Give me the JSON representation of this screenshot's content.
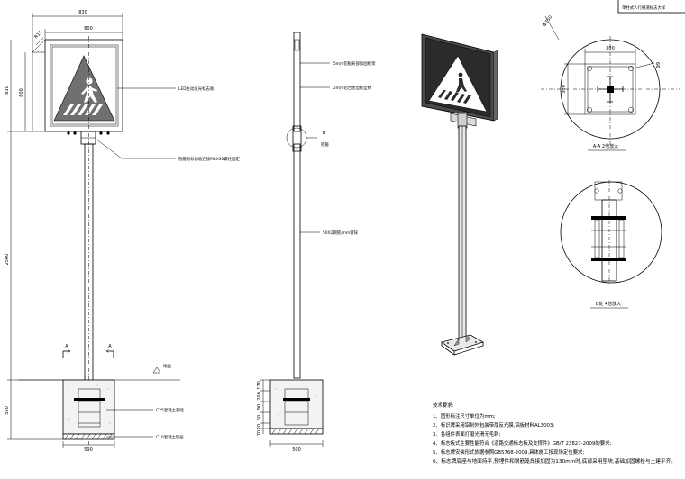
{
  "title_block": {
    "text": "单柱式人行横道标志大样"
  },
  "front_view": {
    "dim_top_outer": "830",
    "dim_top_inner": "800",
    "dim_corner": "R15",
    "dim_left_outer": "830",
    "dim_left_inner": "800",
    "dim_pole_height": "2500",
    "dim_foundation_height": "560",
    "dim_foundation_width": "500",
    "label_sign": "LED主动发光标志板",
    "label_clamp": "抱箍与标志板连接M8X30螺栓固定",
    "label_ground": "地面",
    "label_concrete": "C25混凝土基础",
    "label_cushion": "C10混凝土垫层",
    "section_mark_left": "A",
    "section_mark_right": "A"
  },
  "side_view": {
    "label_panel": "5mm铝板背部加固框架",
    "label_frame": "2mm铝合金边框型材",
    "label_pole": "50X2钢管,mm镀锌",
    "detail_mark": "B",
    "detail_label": "抱箍",
    "dim_foundation_width": "500",
    "dim_f1": "170",
    "dim_f2": "200",
    "dim_f3": "90",
    "dim_f4": "60",
    "dim_f5": "20",
    "dim_f6": "70"
  },
  "plan_detail": {
    "dim_diameter": "Φ750",
    "dim_width": "300",
    "dim_height": "300",
    "dim_hole": "Φ9",
    "caption": "A-A 2倍放大"
  },
  "clamp_detail": {
    "caption": "B处 4倍放大"
  },
  "notes": {
    "heading": "技术要求:",
    "items": [
      "1、图形标注尺寸单位为mm;",
      "2、标识牌采用铝制外包装带厚反光膜,铝板材料AL3003;",
      "3、各组件表面打磨光滑无毛刺;",
      "4、标志板式主要性能符合《道路交通标志板及支撑件》GB/T 23827-2009的要求;",
      "5、标志牌安装形式依据参照GB5768-2009,具体施工按现场定位要求;",
      "6、标志牌底座与地面持平,预埋件和钢筋笼焊接加固为130mm时,底部采用垫块,基础加固螺栓与土建平齐。"
    ]
  }
}
